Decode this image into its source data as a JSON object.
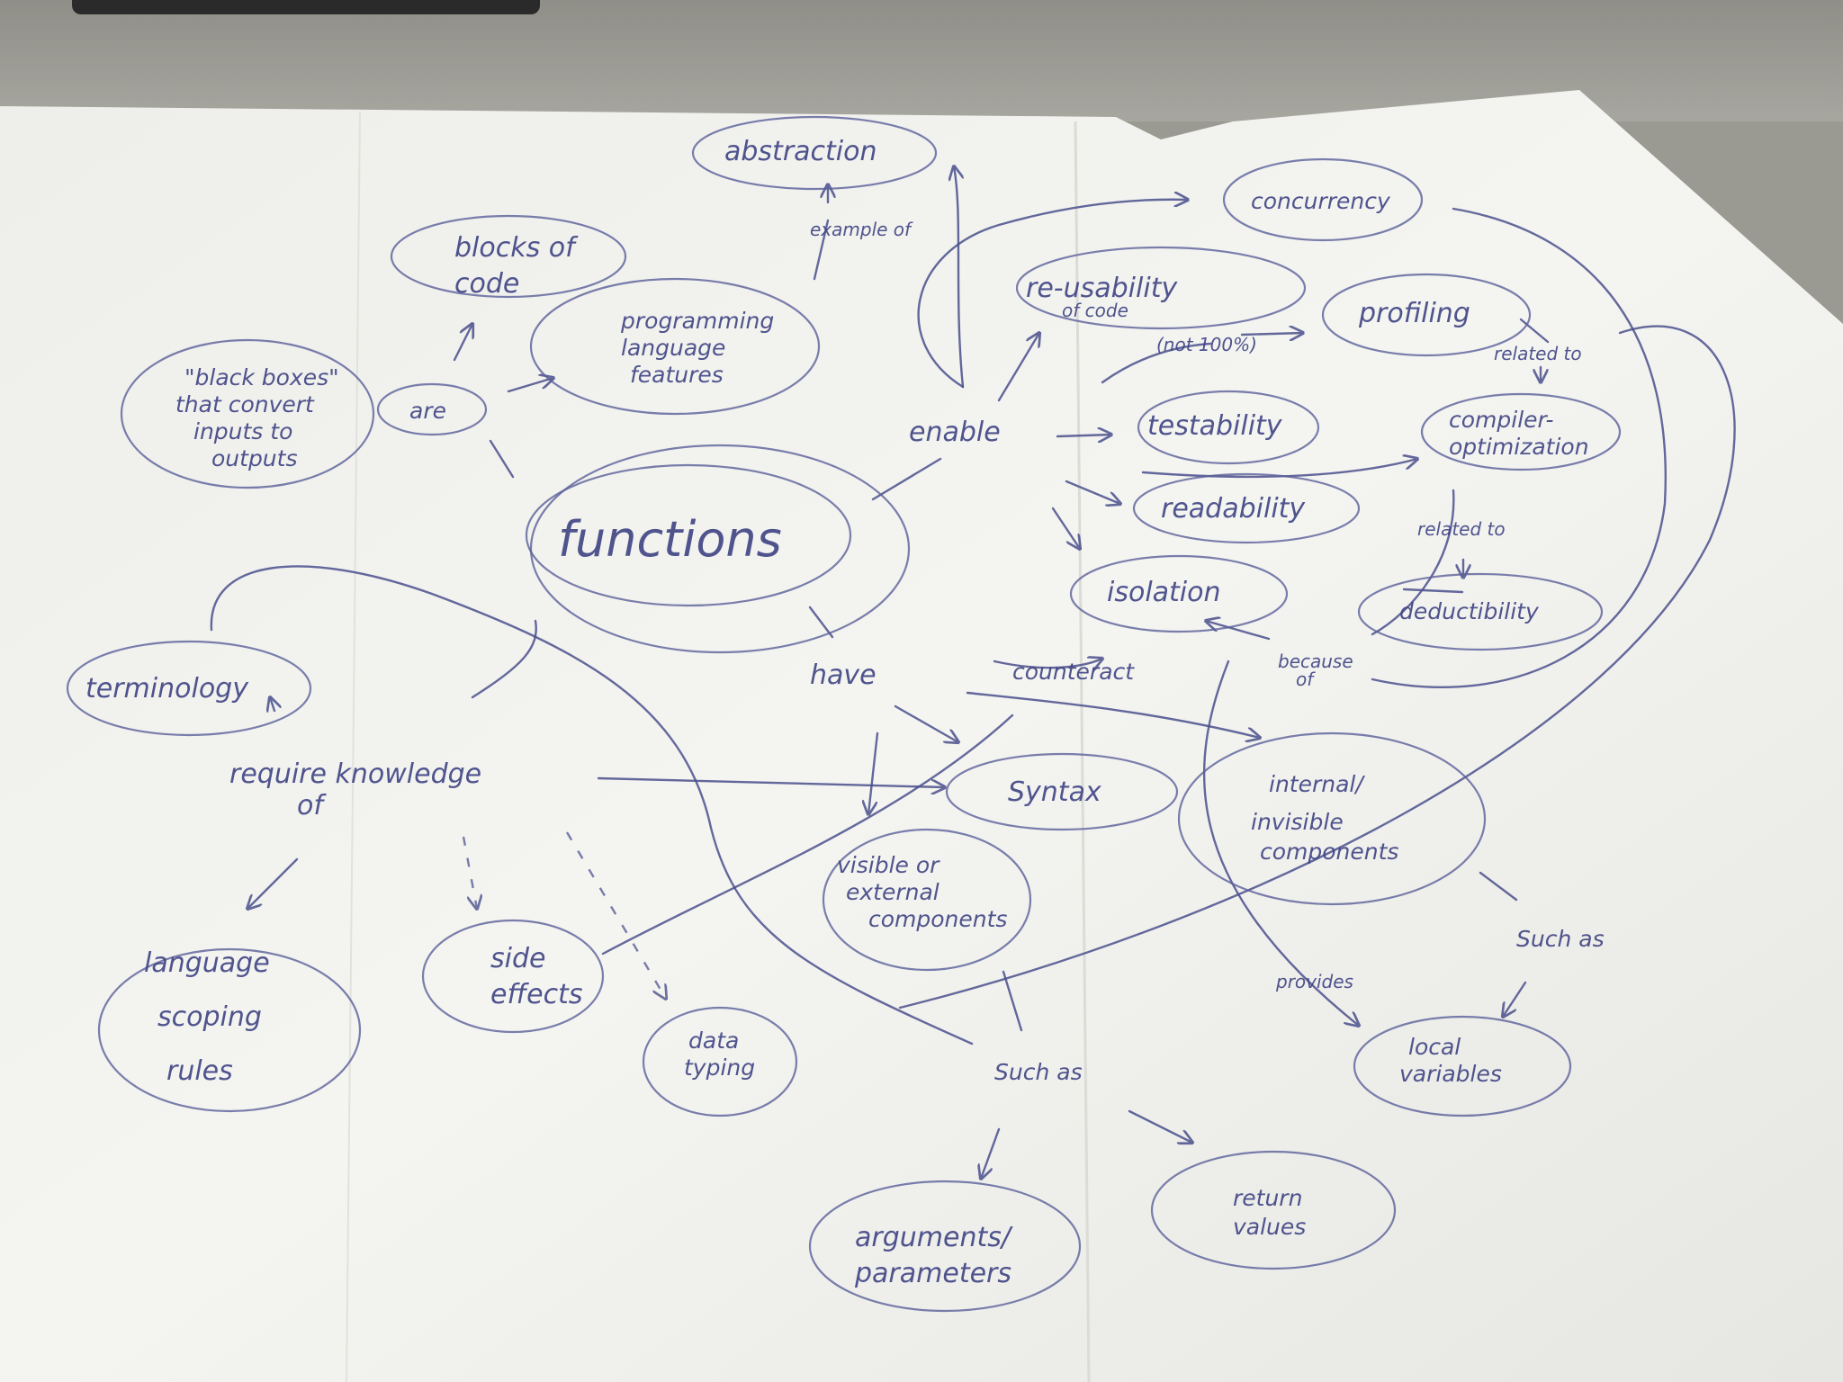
{
  "concept_map": {
    "central": "functions",
    "nodes": {
      "abstraction": "abstraction",
      "blocks_of_code": [
        "blocks of",
        "code"
      ],
      "black_boxes": [
        "\"black boxes\"",
        "that convert",
        "inputs to",
        "outputs"
      ],
      "programming_language_features": [
        "programming",
        "language",
        "features"
      ],
      "concurrency": "concurrency",
      "reusability": "re-usability",
      "reusability_sub": "of code",
      "profiling": "profiling",
      "testability": "testability",
      "compiler_optimization": [
        "compiler-",
        "optimization"
      ],
      "readability": "readability",
      "deductibility": "deductibility",
      "isolation": "isolation",
      "terminology": "terminology",
      "syntax": "Syntax",
      "internal_components": [
        "internal/",
        "invisible",
        "components"
      ],
      "visible_components": [
        "visible or",
        "external",
        "components"
      ],
      "side_effects": [
        "side",
        "effects"
      ],
      "data_typing": [
        "data",
        "typing"
      ],
      "language_scoping_rules": [
        "language",
        "scoping",
        "rules"
      ],
      "local_variables": [
        "local",
        "variables"
      ],
      "arguments_parameters": [
        "arguments/",
        "parameters"
      ],
      "return_values": [
        "return",
        "values"
      ]
    },
    "links": {
      "are": "are",
      "example_of": "example of",
      "enable": "enable",
      "not_100": "(not 100%)",
      "related_to_1": "related to",
      "related_to_2": "related to",
      "because_of": [
        "because",
        "of"
      ],
      "counteract": "counteract",
      "have": "have",
      "require_knowledge_of": [
        "require knowledge",
        "of"
      ],
      "such_as_1": "Such as",
      "such_as_2": "Such as",
      "provides": "provides"
    }
  }
}
